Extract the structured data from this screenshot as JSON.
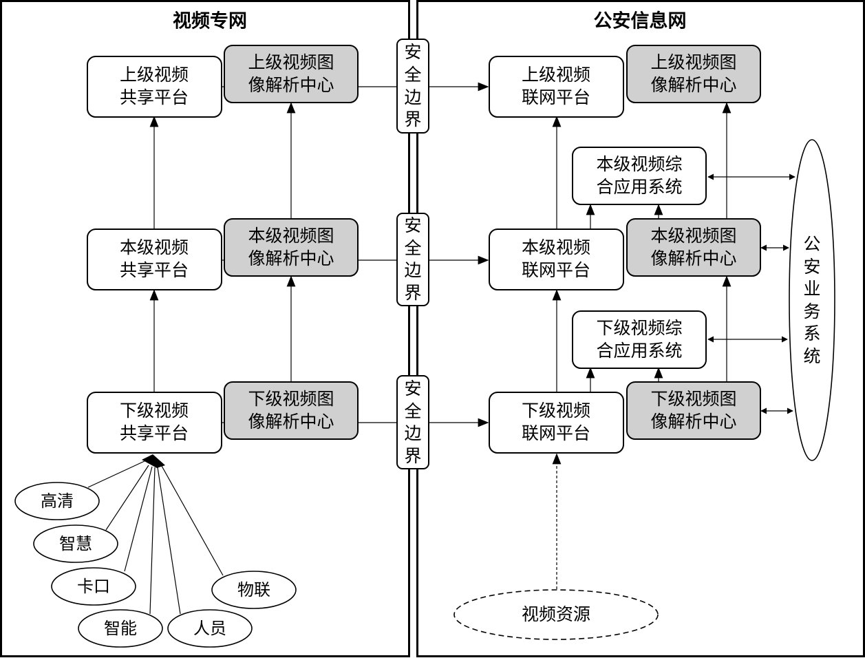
{
  "left_panel": {
    "title": "视频专网",
    "upper_platform": [
      "上级视频",
      "共享平台"
    ],
    "upper_analysis": [
      "上级视频图",
      "像解析中心"
    ],
    "local_platform": [
      "本级视频",
      "共享平台"
    ],
    "local_analysis": [
      "本级视频图",
      "像解析中心"
    ],
    "lower_platform": [
      "下级视频",
      "共享平台"
    ],
    "lower_analysis": [
      "下级视频图",
      "像解析中心"
    ],
    "sources": [
      "高清",
      "智慧",
      "卡口",
      "智能",
      "人员",
      "物联"
    ]
  },
  "boundary": {
    "label": [
      "安",
      "全",
      "边",
      "界"
    ]
  },
  "right_panel": {
    "title": "公安信息网",
    "upper_platform": [
      "上级视频",
      "联网平台"
    ],
    "upper_analysis": [
      "上级视频图",
      "像解析中心"
    ],
    "local_app": [
      "本级视频综",
      "合应用系统"
    ],
    "local_platform": [
      "本级视频",
      "联网平台"
    ],
    "local_analysis": [
      "本级视频图",
      "像解析中心"
    ],
    "lower_app": [
      "下级视频综",
      "合应用系统"
    ],
    "lower_platform": [
      "下级视频",
      "联网平台"
    ],
    "lower_analysis": [
      "下级视频图",
      "像解析中心"
    ],
    "business_system": [
      "公",
      "安",
      "业",
      "务",
      "系",
      "统"
    ],
    "video_resource": "视频资源"
  }
}
